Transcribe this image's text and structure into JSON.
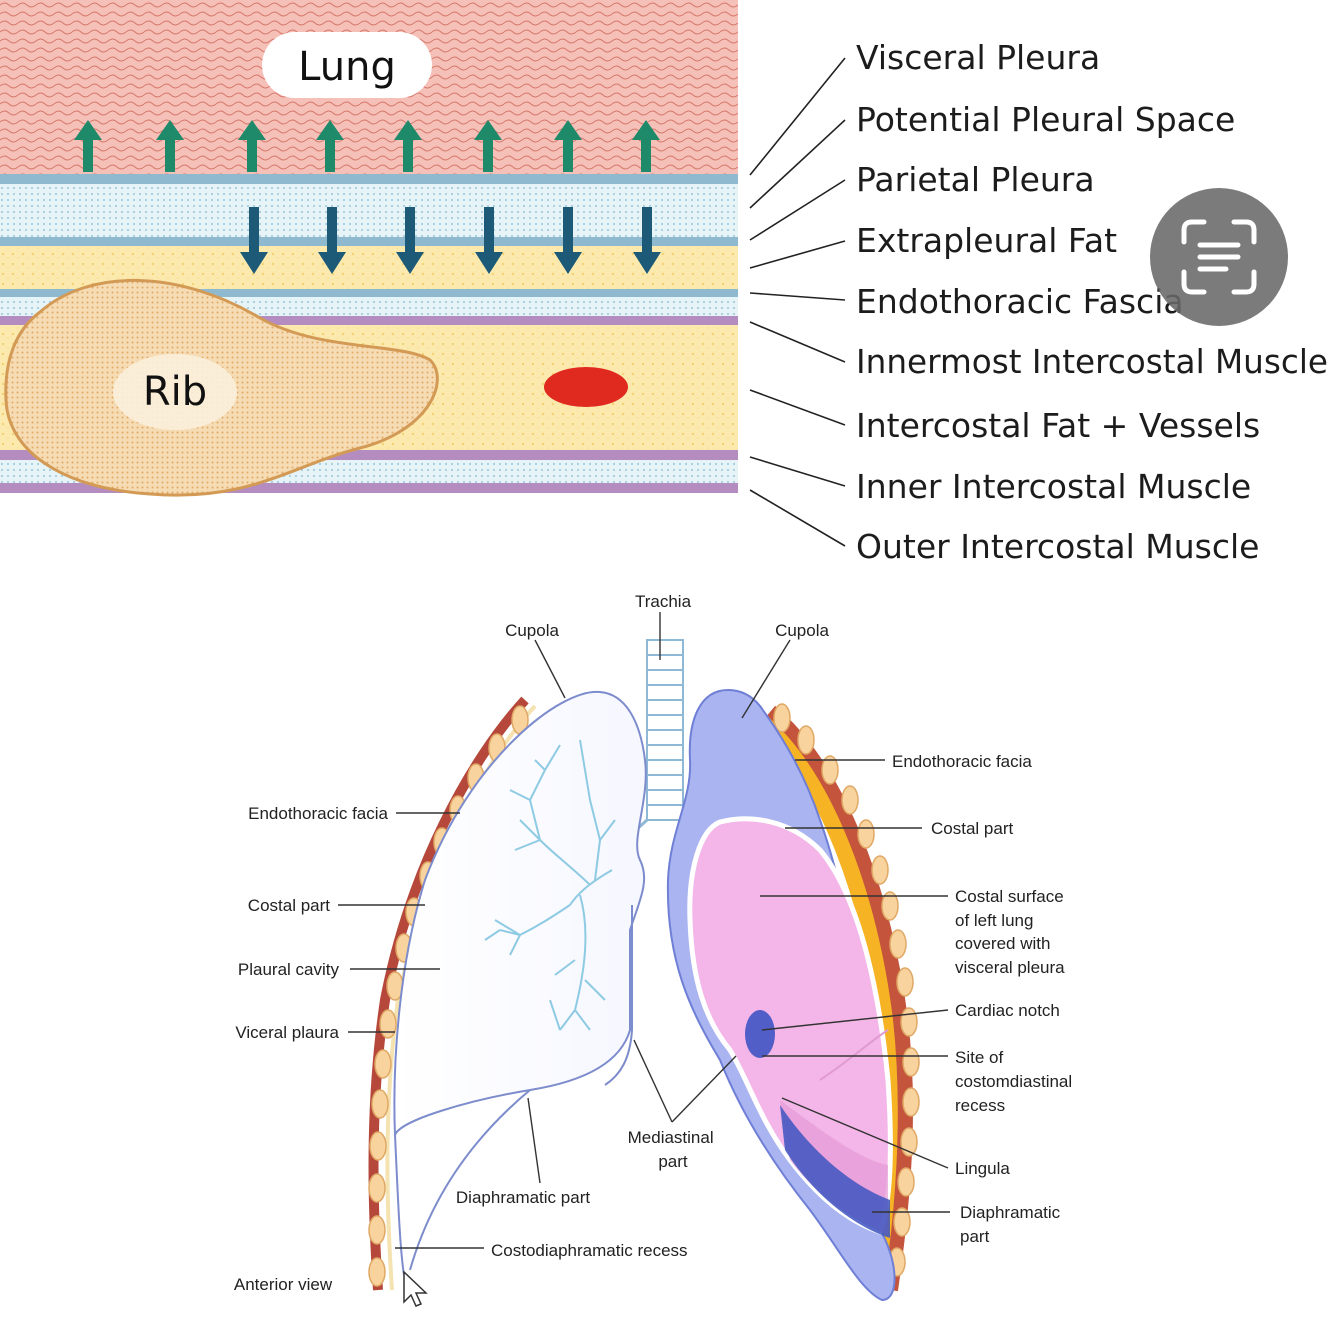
{
  "top_diagram": {
    "lung_label": "Lung",
    "rib_label": "Rib",
    "layer_labels": [
      "Visceral Pleura",
      "Potential Pleural Space",
      "Parietal Pleura",
      "Extrapleural Fat",
      "Endothoracic Fascia",
      "Innermost Intercostal Muscle",
      "Intercostal Fat + Vessels",
      "Inner Intercostal Muscle",
      "Outer Intercostal Muscle"
    ],
    "colors": {
      "lung": "#f2b6ae",
      "pleura": "#8fb9cf",
      "pleural_space": "#e1f1f6",
      "fat": "#fbe7a6",
      "rib": "#f3d2a0",
      "muscle": "#b48cc0",
      "vessel": "#e02a1f",
      "arrow_up": "#1f8a6a",
      "arrow_down": "#1d5a78"
    }
  },
  "bottom_diagram": {
    "labels": {
      "trachea": "Trachia",
      "cupola_left": "Cupola",
      "cupola_right": "Cupola",
      "endothoracic_left": "Endothoracic facia",
      "costal_left": "Costal part",
      "pleural_cavity": "Plaural cavity",
      "visceral_pleura": "Viceral plaura",
      "anterior_view": "Anterior view",
      "diaphragmatic_part_left": "Diaphramatic part",
      "costodiaphragmatic_recess": "Costodiaphramatic recess",
      "mediastinal_part": [
        "Mediastinal",
        "part"
      ],
      "endothoracic_right": "Endothoracic facia",
      "costal_right": "Costal part",
      "costal_surface": [
        "Costal surface",
        "of left lung",
        "covered with",
        "visceral pleura"
      ],
      "cardiac_notch": "Cardiac notch",
      "costomediastinal_recess": [
        "Site of",
        "costomdiastinal",
        "recess"
      ],
      "lingula": "Lingula",
      "diaphragmatic_part_right": [
        "Diaphramatic",
        "part"
      ]
    }
  },
  "ui": {
    "lens_icon": "text-scan-icon"
  }
}
